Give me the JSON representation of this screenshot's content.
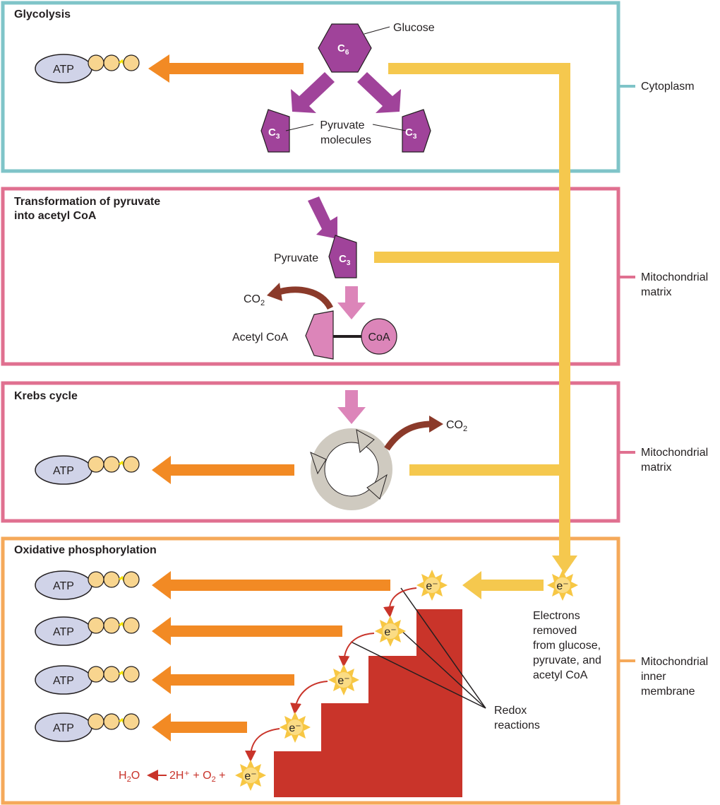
{
  "colors": {
    "cytoplasm": "#7fc4c8",
    "matrix": "#e07090",
    "membrane": "#f5a95a",
    "atp_arrow": "#f28a24",
    "electron_path": "#f5c84e",
    "carbon": "#a0439a",
    "acetyl": "#dc85b9",
    "co2_arrow": "#8b3a2a",
    "staircase": "#c9342a"
  },
  "sections": [
    {
      "title": "Glycolysis",
      "location": "Cytoplasm"
    },
    {
      "title_line1": "Transformation of pyruvate",
      "title_line2": "into acetyl CoA",
      "location_line1": "Mitochondrial",
      "location_line2": "matrix"
    },
    {
      "title": "Krebs cycle",
      "location_line1": "Mitochondrial",
      "location_line2": "matrix"
    },
    {
      "title": "Oxidative phosphorylation",
      "location_line1": "Mitochondrial",
      "location_line2": "inner",
      "location_line3": "membrane"
    }
  ],
  "labels": {
    "atp": "ATP",
    "glucose": "Glucose",
    "c6": "C",
    "c6_sub": "6",
    "c3": "C",
    "c3_sub": "3",
    "pyruvate_molecules_1": "Pyruvate",
    "pyruvate_molecules_2": "molecules",
    "pyruvate": "Pyruvate",
    "co2": "CO",
    "co2_sub": "2",
    "acetyl_coa": "Acetyl CoA",
    "coa": "CoA",
    "electron": "e⁻",
    "electrons_removed": [
      "Electrons",
      "removed",
      "from glucose,",
      "pyruvate, and",
      "acetyl CoA"
    ],
    "redox_1": "Redox",
    "redox_2": "reactions",
    "h2o": "H",
    "h2o_sub": "2",
    "h2o_o": "O",
    "equation_1": "2H⁺ + O",
    "equation_sub": "2",
    "equation_2": " +"
  }
}
